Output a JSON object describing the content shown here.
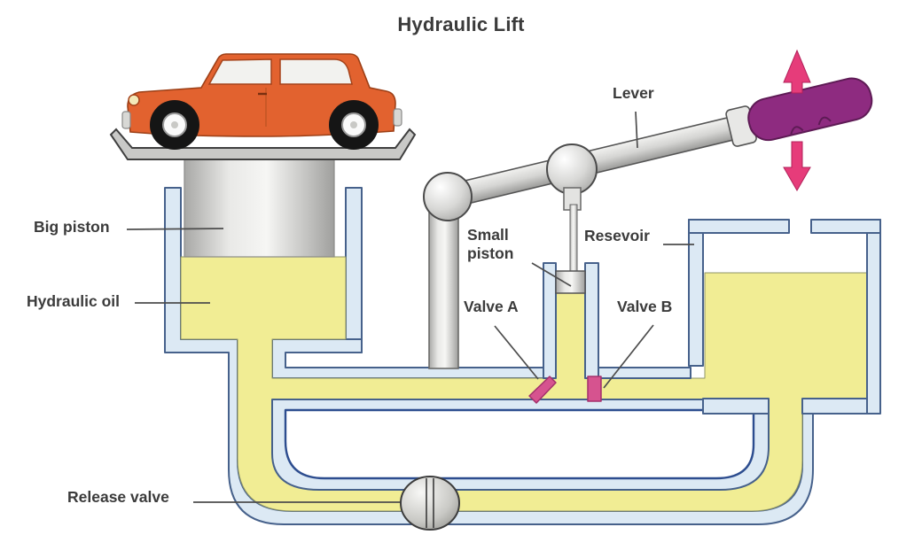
{
  "title": "Hydraulic Lift",
  "labels": {
    "big_piston": "Big piston",
    "hydraulic_oil": "Hydraulic oil",
    "release_valve": "Release valve",
    "lever": "Lever",
    "small_piston": "Small piston",
    "resevoir": "Resevoir",
    "valve_a": "Valve A",
    "valve_b": "Valve B"
  },
  "icons": {
    "handle_up": "up-arrow-icon",
    "handle_down": "down-arrow-icon"
  },
  "colors": {
    "oil": "#f1ed94",
    "pipe": "#dce9f4",
    "outline": "#46618b",
    "hole_outline": "#2d4d8f",
    "valve": "#d6538f",
    "arrow": "#e63c7a",
    "grip": "#8e2b80",
    "car_body": "#e2622f",
    "text": "#3b3b3b"
  }
}
